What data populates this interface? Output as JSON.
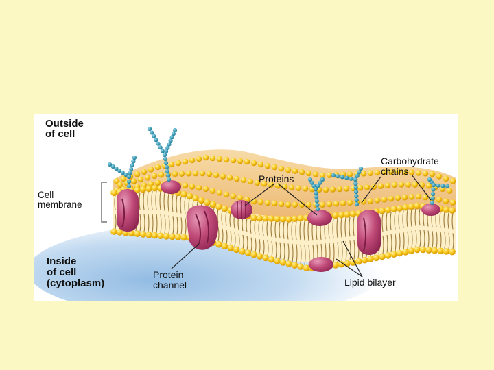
{
  "labels": {
    "outside_cell": [
      "Outside",
      "of cell"
    ],
    "cell_membrane": [
      "Cell",
      "membrane"
    ],
    "inside_cell": [
      "Inside",
      "of cell",
      "(cytoplasm)"
    ],
    "proteins": "Proteins",
    "carbohydrate_chains": [
      "Carbohydrate",
      "chains"
    ],
    "protein_channel": [
      "Protein",
      "channel"
    ],
    "lipid_bilayer": "Lipid bilayer"
  },
  "colors": {
    "page_background": "#fbf8c4",
    "figure_background": "#ffffff",
    "lipid_head": "#f4c21d",
    "lipid_tail": "#9c7a3c",
    "membrane_core": "#fdf0c8",
    "outer_surface": "#f2c582",
    "cytoplasm": "#a9c9e8",
    "protein": "#b83c6a",
    "carbohydrate": "#2a93ae"
  }
}
